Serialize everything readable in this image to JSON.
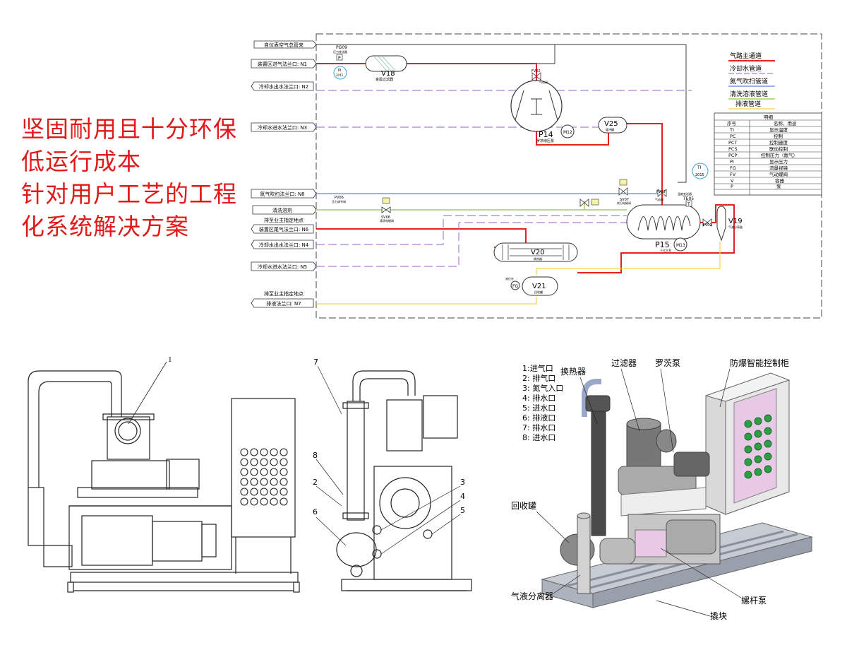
{
  "slogan": [
    "坚固耐用且十分环保",
    "低运行成本",
    "针对用户工艺的工程",
    "化系统解决方案"
  ],
  "pid": {
    "ports": [
      {
        "label": "自仪表空气总管来"
      },
      {
        "label": "装置区进气法兰口: N1"
      },
      {
        "label": "冷却水出水法兰口: N2"
      },
      {
        "label": "冷却水进水法兰口: N3"
      },
      {
        "label": "氮气吹扫法兰口: N8"
      },
      {
        "label": "清洗溶剂"
      },
      {
        "label": "装置区尾气法兰口: N6"
      },
      {
        "label": "冷却水出水法兰口: N4"
      },
      {
        "label": "冷却水进水法兰口: N5"
      },
      {
        "label": "排液法兰口: N7"
      }
    ],
    "note_top": "排至业主指定地点",
    "note_bottom": "排至业主指定地点",
    "equipment": [
      {
        "tag": "V18",
        "desc": "金属过滤器"
      },
      {
        "tag": "P14",
        "desc": "罗茨增压泵"
      },
      {
        "tag": "M12",
        "desc": ""
      },
      {
        "tag": "V25",
        "desc": "缓冲罐"
      },
      {
        "tag": "P15",
        "desc": "干式主泵"
      },
      {
        "tag": "M13",
        "desc": ""
      },
      {
        "tag": "V19",
        "desc": "气液分离器"
      },
      {
        "tag": "V20",
        "desc": "换热器"
      },
      {
        "tag": "V21",
        "desc": "回收罐"
      }
    ],
    "instruments": {
      "pg09": "PG09",
      "pg09_desc": "压力变送器",
      "p": "P",
      "pi": "PI",
      "pi_no": "2015",
      "ti": "TI",
      "ti_no": "2015",
      "te05": "TE05",
      "te05_desc": "温度变送器",
      "t": "T",
      "fv01": "FV01",
      "fv02": "FV02",
      "fv02_desc": "气动阀",
      "fv03": "FV03",
      "fv03_desc": "气动阀",
      "pv06": "PV06",
      "pv06_desc": "压力调节阀",
      "sv06": "SV06",
      "sv06_desc": "清洗电磁阀",
      "sv07": "SV07",
      "sv07_desc": "吹扫电磁阀",
      "level": "液位计"
    },
    "legend": [
      {
        "label": "气路主通道",
        "color": "#e52222"
      },
      {
        "label": "冷却水管道",
        "color": "#b07fd0"
      },
      {
        "label": "氮气吹扫管道",
        "color": "#6a7fd8"
      },
      {
        "label": "清洗溶液管道",
        "color": "#8dc63f"
      },
      {
        "label": "排液管道",
        "color": "#f2d24a"
      }
    ],
    "table": {
      "title": "明细",
      "headers": [
        "序号",
        "名称、用途"
      ],
      "rows": [
        [
          "TI",
          "显示温度"
        ],
        [
          "PC",
          "控制"
        ],
        [
          "PCT",
          "控制速度"
        ],
        [
          "PCS",
          "联动控制"
        ],
        [
          "PCP",
          "控制压力（氮气）"
        ],
        [
          "PI",
          "显示压力"
        ],
        [
          "FG",
          "流量视镜"
        ],
        [
          "FV",
          "气动蝶阀"
        ],
        [
          "V",
          "容器"
        ],
        [
          "P",
          "泵"
        ]
      ]
    }
  },
  "front_view": {
    "callouts": [
      "1"
    ]
  },
  "side_view": {
    "callouts": [
      "7",
      "8",
      "2",
      "6",
      "3",
      "4",
      "5"
    ]
  },
  "view3d": {
    "legend": [
      "1:进气口",
      "2: 排气口",
      "3: 氮气入口",
      "4: 排水口",
      "5: 进水口",
      "6: 排液口",
      "7: 排水口",
      "8: 进水口"
    ],
    "labels": {
      "heat_exchanger": "换热器",
      "filter": "过滤器",
      "roots_pump": "罗茨泵",
      "cabinet": "防爆智能控制柜",
      "tank": "回收罐",
      "separator": "气液分离器",
      "screw_pump": "螺杆泵",
      "skid": "撬块"
    }
  },
  "colors": {
    "red": "#e52222",
    "purple": "#b07fd0",
    "blue": "#6a7fd8",
    "green": "#8dc63f",
    "yellow": "#f2d24a",
    "slogan": "#e01a1a"
  }
}
